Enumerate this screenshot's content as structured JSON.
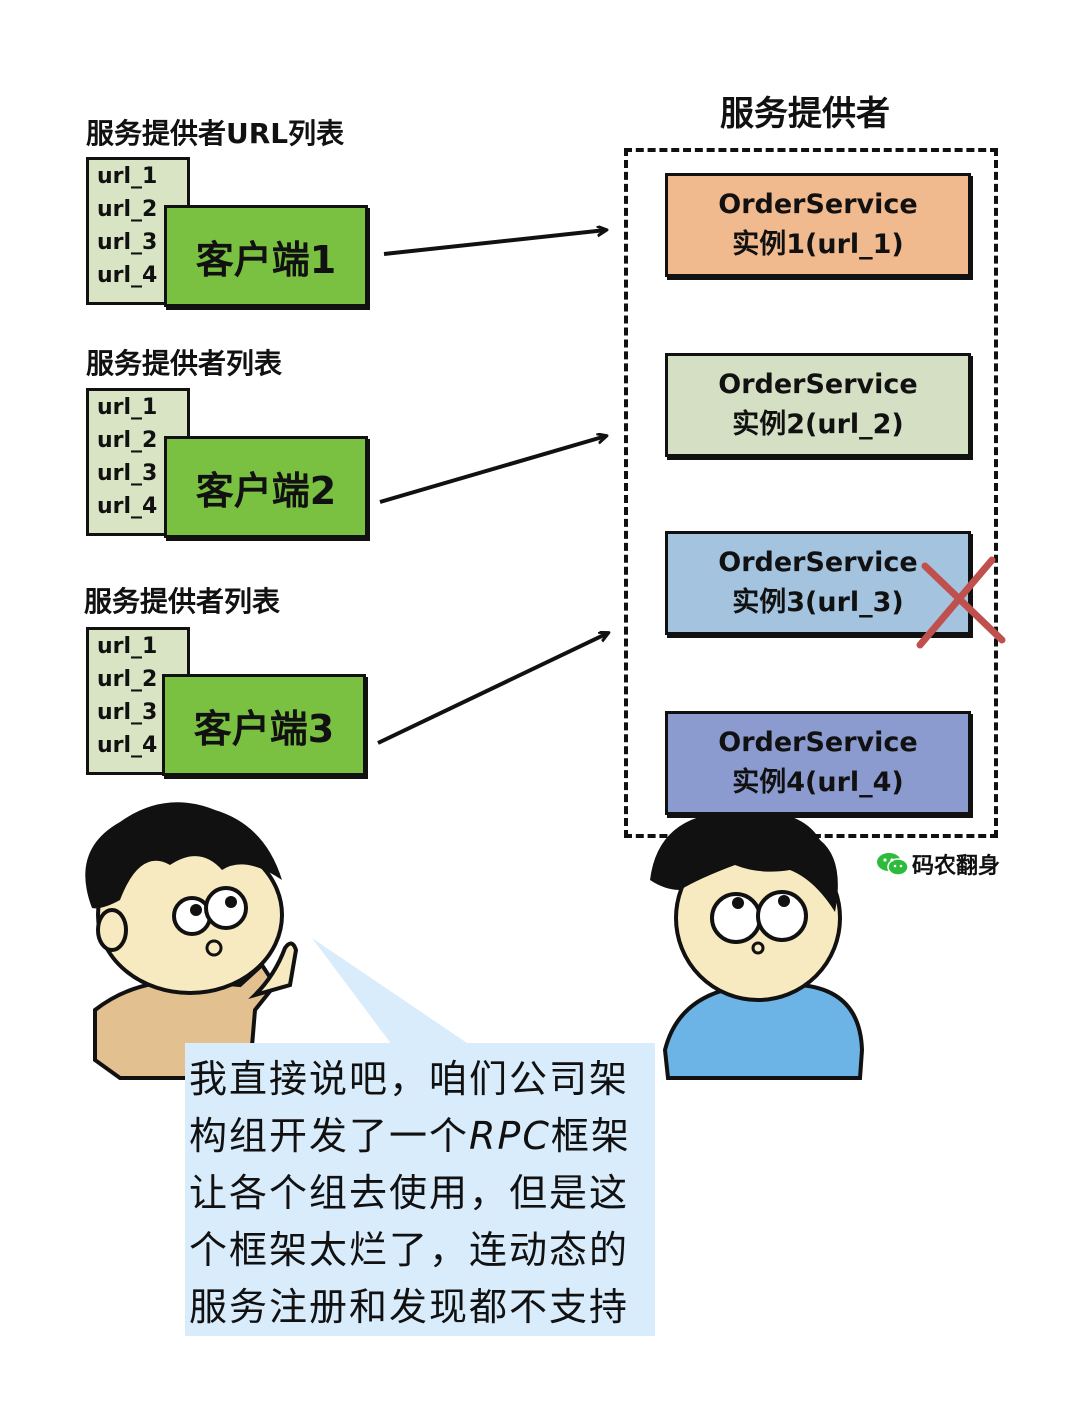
{
  "client_groups": [
    {
      "list_title": "服务提供者URL列表",
      "urls": [
        "url_1",
        "url_2",
        "url_3",
        "url_4"
      ],
      "client_label": "客户端1"
    },
    {
      "list_title": "服务提供者列表",
      "urls": [
        "url_1",
        "url_2",
        "url_3",
        "url_4"
      ],
      "client_label": "客户端2"
    },
    {
      "list_title": "服务提供者列表",
      "urls": [
        "url_1",
        "url_2",
        "url_3",
        "url_4"
      ],
      "client_label": "客户端3"
    }
  ],
  "provider_group": {
    "title": "服务提供者",
    "services": [
      {
        "name": "OrderService",
        "instance": "实例1(url_1)",
        "color": "#f1b98e",
        "down": false
      },
      {
        "name": "OrderService",
        "instance": "实例2(url_2)",
        "color": "#d4dfc4",
        "down": false
      },
      {
        "name": "OrderService",
        "instance": "实例3(url_3)",
        "color": "#a4c3df",
        "down": true
      },
      {
        "name": "OrderService",
        "instance": "实例4(url_4)",
        "color": "#8b9bcf",
        "down": false
      }
    ]
  },
  "speech_bubble": {
    "lines": [
      {
        "pre": "我直接说吧，咱们公司架"
      },
      {
        "pre": "构组开发了一个",
        "italic": "RPC",
        "post": "框架"
      },
      {
        "pre": "让各个组去使用，但是这"
      },
      {
        "pre": "个框架太烂了，连动态的"
      },
      {
        "pre": "服务注册和发现都不支持"
      }
    ]
  },
  "watermark": {
    "brand": "码农翻身",
    "icon": "wechat-icon"
  },
  "colors": {
    "client": "#7ac142",
    "url_card": "#d8e4c3",
    "bubble": "#d9ecfb",
    "cross": "#c0504d"
  }
}
